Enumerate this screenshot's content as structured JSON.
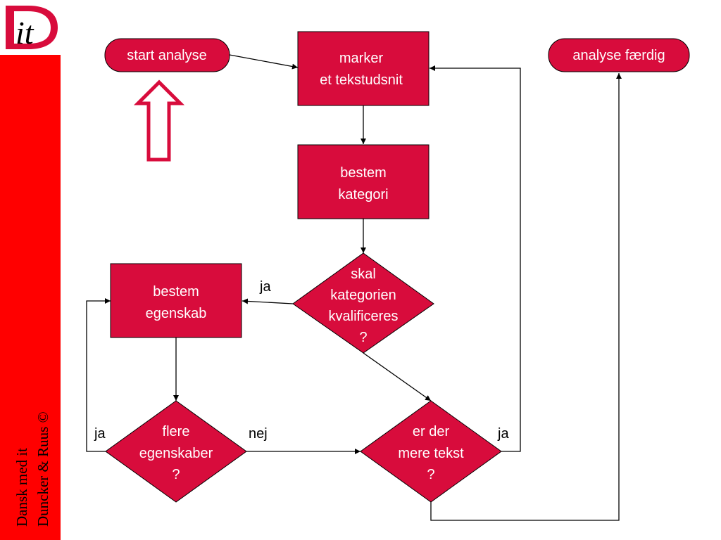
{
  "logo": {
    "text": "it"
  },
  "sidebar": {
    "line1": "Dansk med it",
    "line2": "Duncker & Ruus ©"
  },
  "colors": {
    "accent": "#d80c3c",
    "sidebar": "#ff0000",
    "ink": "#000000"
  },
  "nodes": {
    "start": "start analyse",
    "done": "analyse færdig",
    "marker": [
      "marker",
      "et tekstudsnit"
    ],
    "kategori": [
      "bestem",
      "kategori"
    ],
    "kvalificeres": [
      "skal",
      "kategorien",
      "kvalificeres",
      "?"
    ],
    "egenskab": [
      "bestem",
      "egenskab"
    ],
    "flere": [
      "flere",
      "egenskaber",
      "?"
    ],
    "mere": [
      "er der",
      "mere tekst",
      "?"
    ]
  },
  "edges": {
    "kvalificeres_ja": "ja",
    "flere_ja": "ja",
    "flere_nej": "nej",
    "mere_ja": "ja"
  }
}
